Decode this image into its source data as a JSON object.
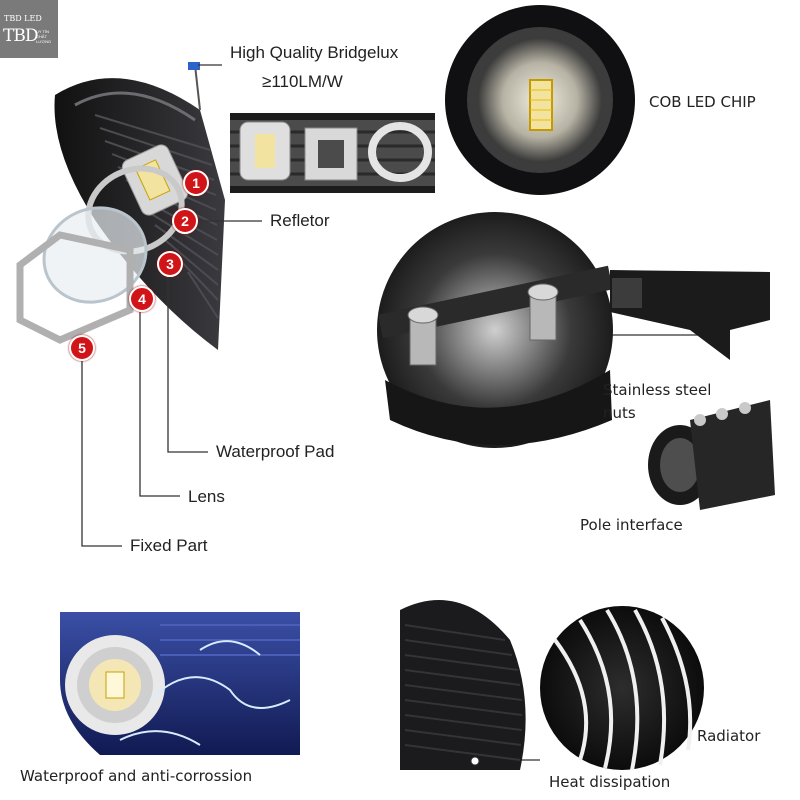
{
  "logo": {
    "brand": "TBD LED",
    "mark": "TBD",
    "tagline": "UY TÍN CHẤT LƯỢNG"
  },
  "labels": {
    "bridgelux_line1": "High Quality Bridgelux",
    "bridgelux_line2": "≥110LM/W",
    "cob_chip": "COB LED CHIP",
    "reflector": "Refletor",
    "waterproof_pad": "Waterproof Pad",
    "lens": "Lens",
    "fixed_part": "Fixed Part",
    "stainless_line1": "Stainless steel",
    "stainless_line2": "nuts",
    "pole_interface": "Pole interface",
    "waterproof_caption": "Waterproof and anti-corrossion",
    "radiator": "Radiator",
    "heat_dissipation": "Heat dissipation"
  },
  "badges": [
    "1",
    "2",
    "3",
    "4",
    "5"
  ],
  "colors": {
    "badge": "#d01418",
    "housing": "#1f2024",
    "housing_blue": "#1e2a6a",
    "led_yellow": "#f3e3a0"
  }
}
